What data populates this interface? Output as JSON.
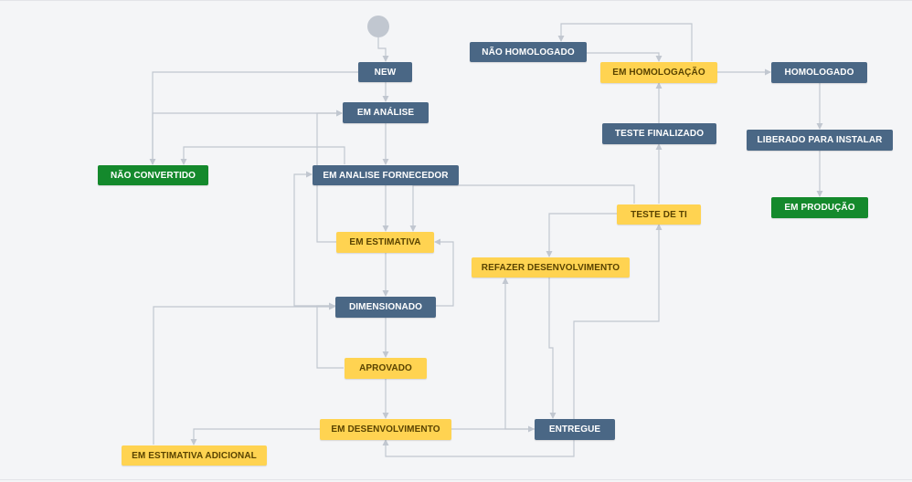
{
  "colors": {
    "canvas": "#f4f5f7",
    "todo_status": "#4a6785",
    "in_progress_status": "#ffd351",
    "done_status": "#14892c",
    "start_node": "#c1c7d0",
    "transition_line": "#c1c7d0"
  },
  "statuses": {
    "new": "NEW",
    "em_analise": "EM ANÁLISE",
    "nao_convertido": "NÃO CONVERTIDO",
    "em_analise_fornecedor": "EM ANALISE FORNECEDOR",
    "em_estimativa": "EM ESTIMATIVA",
    "dimensionado": "DIMENSIONADO",
    "aprovado": "APROVADO",
    "em_desenvolvimento": "EM DESENVOLVIMENTO",
    "em_estimativa_adicional": "EM ESTIMATIVA ADICIONAL",
    "entregue": "ENTREGUE",
    "refazer_desenvolvimento": "REFAZER DESENVOLVIMENTO",
    "teste_de_ti": "TESTE DE TI",
    "teste_finalizado": "TESTE FINALIZADO",
    "em_homologacao": "EM HOMOLOGAÇÃO",
    "nao_homologado": "NÃO HOMOLOGADO",
    "homologado": "HOMOLOGADO",
    "liberado_para_instalar": "LIBERADO PARA INSTALAR",
    "em_producao": "EM PRODUÇÃO"
  }
}
